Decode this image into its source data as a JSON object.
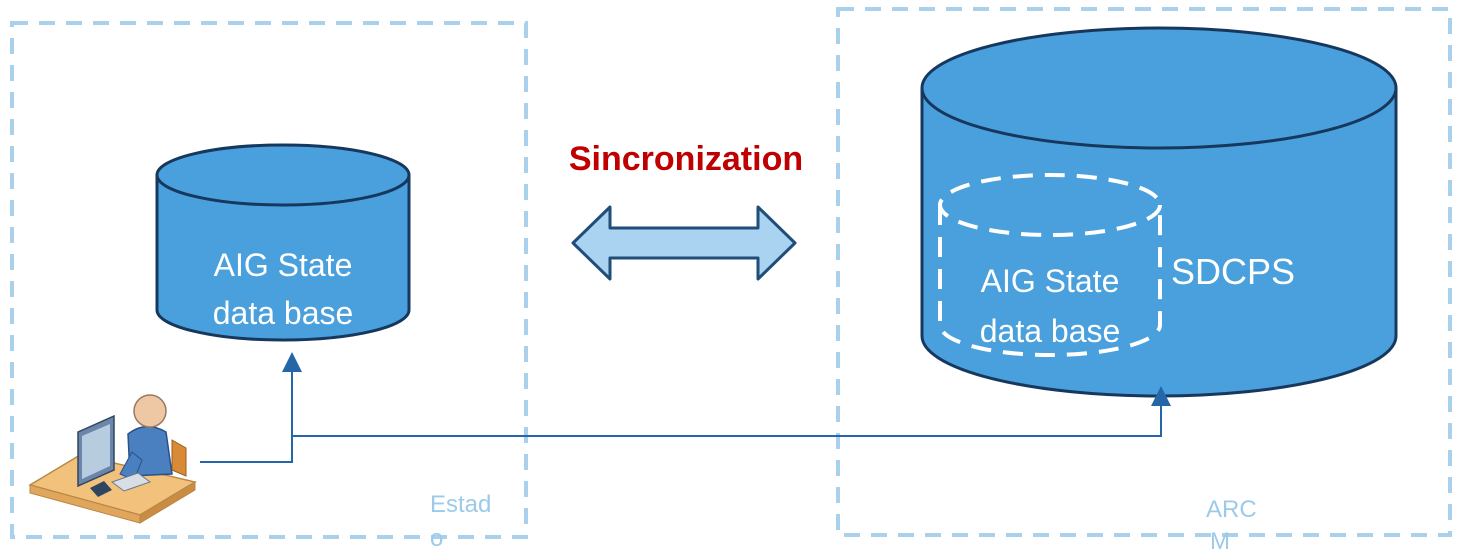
{
  "left_zone": {
    "label_line1": "Estad",
    "label_line2": "o"
  },
  "right_zone": {
    "label_line1": "ARC",
    "label_line2": "M"
  },
  "left_db": {
    "line1": "AIG State",
    "line2": "data base"
  },
  "sync": {
    "label": "Sincronization"
  },
  "right_db": {
    "label": "SDCPS",
    "inner_line1": "AIG State",
    "inner_line2": "data base"
  },
  "colors": {
    "zone_border": "#a9d1ec",
    "zone_label": "#9ccbea",
    "cylinder_fill": "#4aa0dd",
    "cylinder_stroke": "#17385e",
    "arrow_fill": "#a9d3f0",
    "arrow_stroke": "#214d7a",
    "sync_text": "#c00000",
    "connector": "#2566a8"
  },
  "icons": {
    "user": "user-at-computer-icon"
  }
}
